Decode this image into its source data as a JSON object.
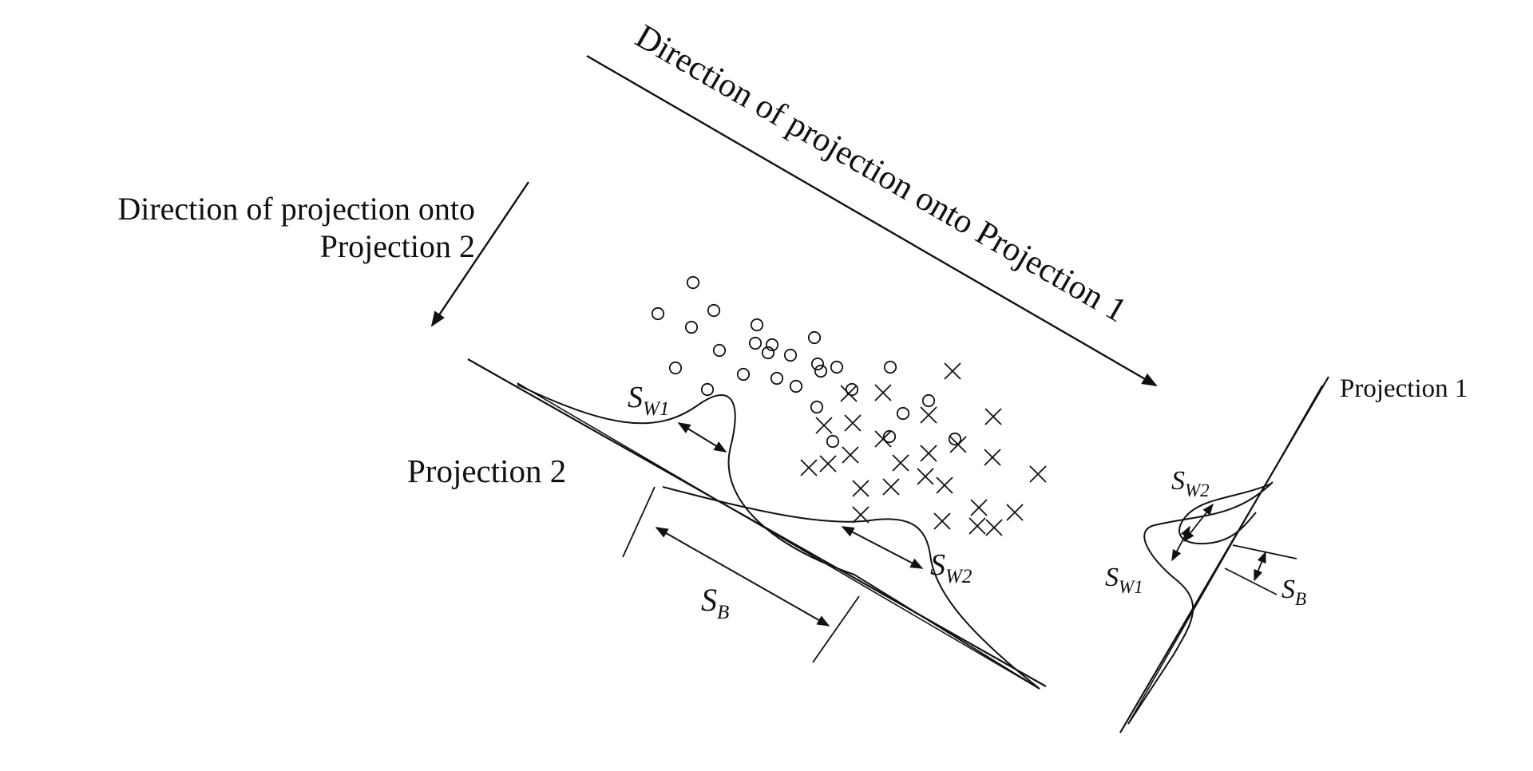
{
  "labels": {
    "direction_projection_2_line1": "Direction of projection onto",
    "direction_projection_2_line2": "Projection 2",
    "direction_projection_1": "Direction of projection onto Projection 1",
    "projection_2": "Projection 2",
    "projection_1": "Projection 1",
    "s_w1": "S",
    "s_w1_sub": "W1",
    "s_w2": "S",
    "s_w2_sub": "W2",
    "s_b": "S",
    "s_b_sub": "B",
    "right_s_w1": "S",
    "right_s_w1_sub": "W1",
    "right_s_w2": "S",
    "right_s_w2_sub": "W2",
    "right_s_b": "S",
    "right_s_b_sub": "B"
  },
  "classes": {
    "circle_class_marker": "circle",
    "cross_class_marker": "cross"
  },
  "colors": {
    "ink": "#111111",
    "background": "#ffffff"
  }
}
